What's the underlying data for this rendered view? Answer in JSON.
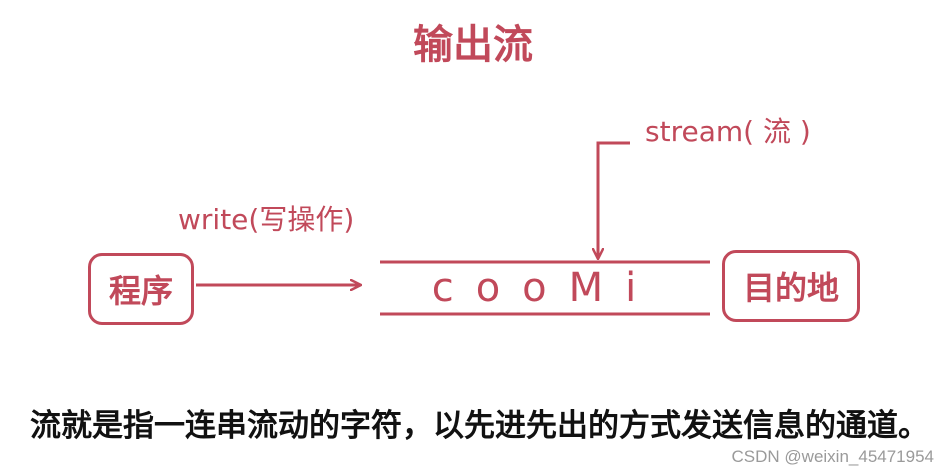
{
  "title": "输出流",
  "stream_label": "stream( 流 )",
  "write_label": "write(写操作)",
  "source_box": "程序",
  "destination_box": "目的地",
  "stream_content": "cooMi",
  "caption": "流就是指一连串流动的字符，以先进先出的方式发送信息的通道。",
  "watermark": "CSDN @weixin_45471954",
  "colors": {
    "accent": "#c1495a",
    "caption": "#111111",
    "watermark": "#9a9a9a"
  }
}
